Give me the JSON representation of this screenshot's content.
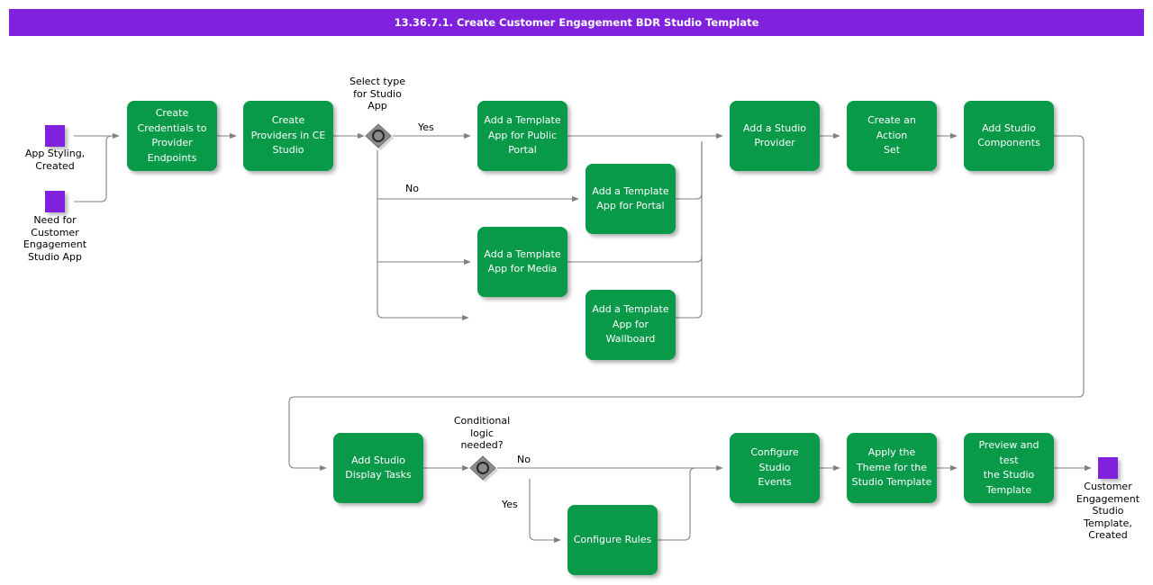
{
  "title": "13.36.7.1. Create Customer Engagement BDR Studio Template",
  "colors": {
    "title_bar": "#8022DD",
    "task_fill": "#089949",
    "event_fill": "#8022DD",
    "gateway_fill": "#808080",
    "connector": "#808080",
    "text_on_task": "#FFFFFF",
    "text_label": "#000000",
    "background": "#FFFFFF"
  },
  "start_events": [
    {
      "id": "start-app-styling",
      "label": "App Styling,\nCreated"
    },
    {
      "id": "start-need-ce",
      "label": "Need for\nCustomer\nEngagement\nStudio App"
    }
  ],
  "end_events": [
    {
      "id": "end-ce-template",
      "label": "Customer\nEngagement\nStudio\nTemplate,\nCreated"
    }
  ],
  "gateways": [
    {
      "id": "gateway-select-type",
      "label": "Select type\nfor Studio\nApp",
      "kind": "event-based"
    },
    {
      "id": "gateway-conditional-logic",
      "label": "Conditional\nlogic\nneeded?",
      "kind": "event-based"
    }
  ],
  "tasks": [
    {
      "id": "task-create-credentials",
      "label": "Create\nCredentials to\nProvider\nEndpoints"
    },
    {
      "id": "task-create-providers",
      "label": "Create\nProviders in CE\nStudio"
    },
    {
      "id": "task-template-public-portal",
      "label": "Add a Template\nApp for Public\nPortal"
    },
    {
      "id": "task-template-portal",
      "label": "Add a Template\nApp for Portal"
    },
    {
      "id": "task-template-media",
      "label": "Add a Template\nApp for Media"
    },
    {
      "id": "task-template-wallboard",
      "label": "Add a Template\nApp for\nWallboard"
    },
    {
      "id": "task-add-studio-provider",
      "label": "Add a Studio\nProvider"
    },
    {
      "id": "task-create-action-set",
      "label": "Create an Action\nSet"
    },
    {
      "id": "task-add-studio-components",
      "label": "Add Studio\nComponents"
    },
    {
      "id": "task-add-display-tasks",
      "label": "Add Studio\nDisplay Tasks"
    },
    {
      "id": "task-configure-rules",
      "label": "Configure Rules"
    },
    {
      "id": "task-configure-events",
      "label": "Configure Studio\nEvents"
    },
    {
      "id": "task-apply-theme",
      "label": "Apply the\nTheme for the\nStudio Template"
    },
    {
      "id": "task-preview-test",
      "label": "Preview and test\nthe Studio\nTemplate"
    }
  ],
  "edge_labels": [
    {
      "id": "edge-label-yes-top",
      "text": "Yes"
    },
    {
      "id": "edge-label-no-top",
      "text": "No"
    },
    {
      "id": "edge-label-no-bottom",
      "text": "No"
    },
    {
      "id": "edge-label-yes-bottom",
      "text": "Yes"
    }
  ]
}
